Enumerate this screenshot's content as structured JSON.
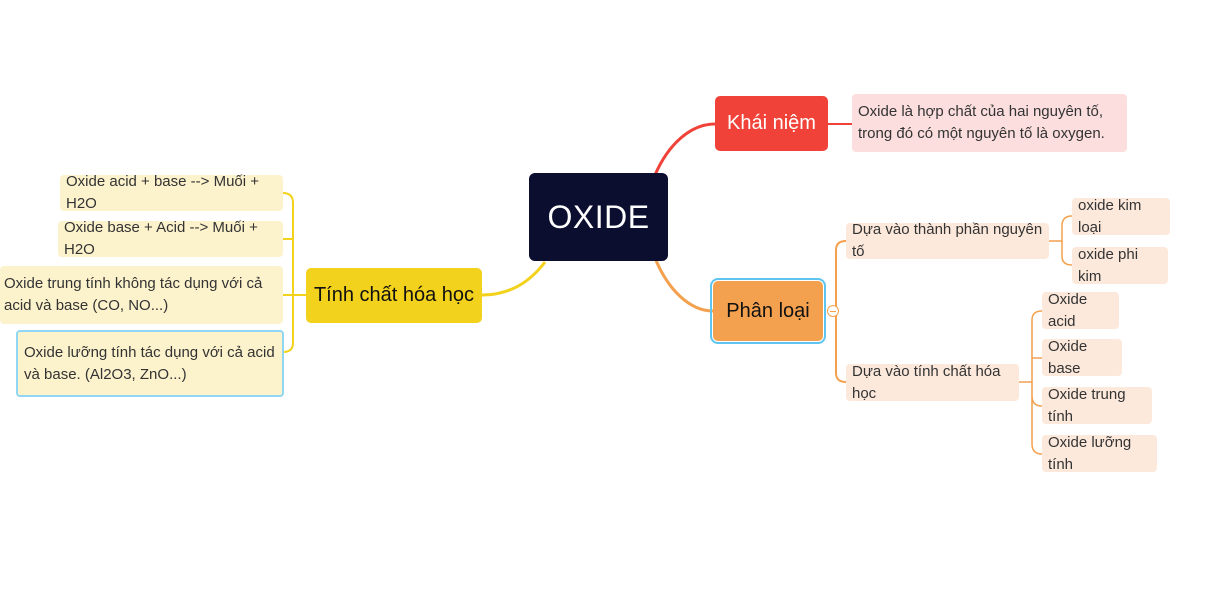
{
  "root": {
    "label": "OXIDE"
  },
  "khai_niem": {
    "label": "Khái niệm",
    "definition": "Oxide là hợp chất của hai nguyên tố, trong đó có một nguyên tố là oxygen."
  },
  "phan_loai": {
    "label": "Phân loại",
    "groups": [
      {
        "label": "Dựa vào thành phần nguyên tố",
        "items": [
          "oxide kim loại",
          "oxide phi kim"
        ]
      },
      {
        "label": "Dựa vào tính chất hóa học",
        "items": [
          "Oxide acid",
          "Oxide base",
          "Oxide trung tính",
          "Oxide lưỡng tính"
        ]
      }
    ]
  },
  "tinh_chat": {
    "label": "Tính chất hóa học",
    "items": [
      "Oxide acid + base --> Muối + H2O",
      "Oxide base + Acid --> Muối + H2O",
      "Oxide trung tính không tác dụng với cả acid và base (CO, NO...)",
      "Oxide lưỡng tính tác dụng với cả acid và base. (Al2O3, ZnO...)"
    ]
  },
  "colors": {
    "root": "#0b0e2e",
    "khai_niem": "#f04238",
    "phan_loai": "#f4a14f",
    "tinh_chat": "#f2d21c",
    "selection": "#5ec4f0"
  }
}
